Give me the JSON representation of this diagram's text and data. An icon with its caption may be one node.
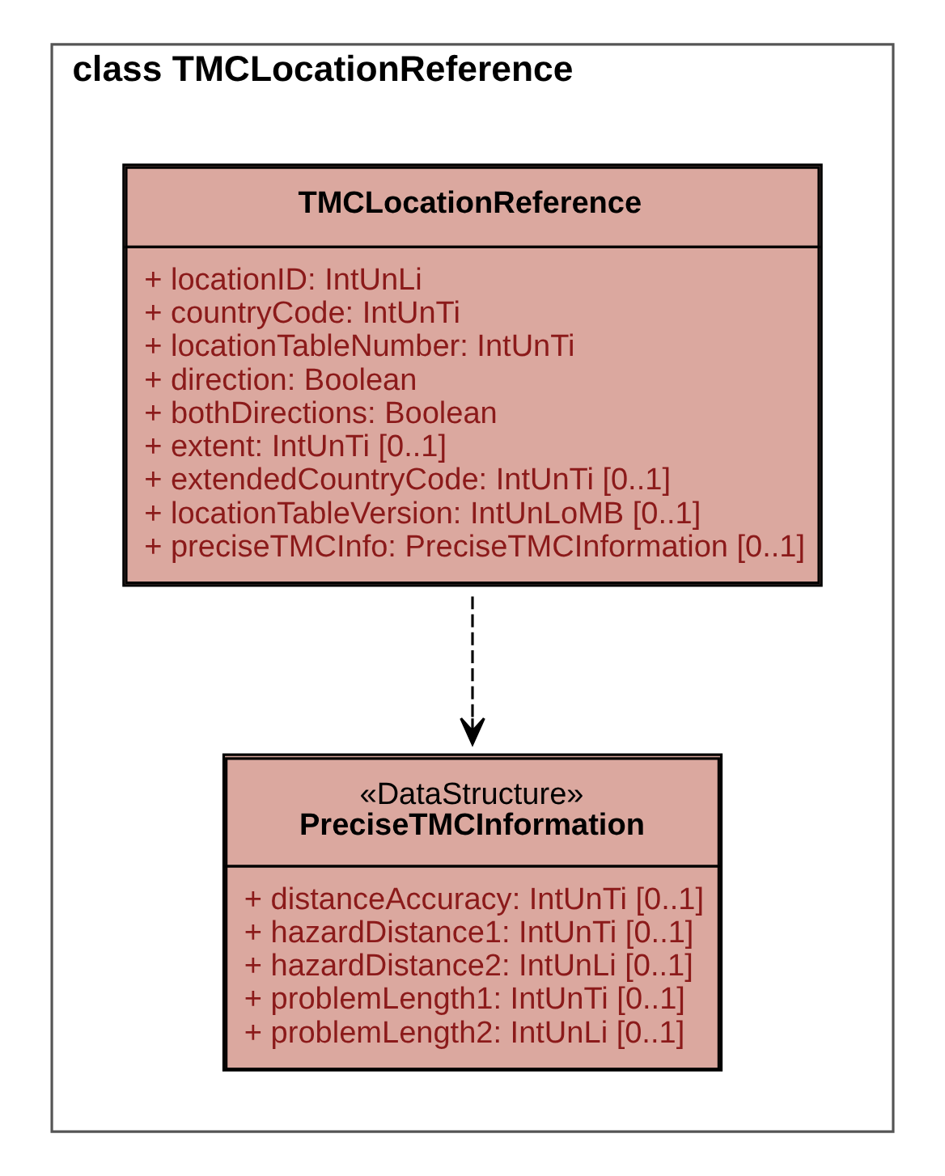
{
  "diagram": {
    "nodes": [
      {
        "text": [
          "class TMCLocationReference"
        ]
      },
      {
        "text": [
          "TMCLocationReference",
          "+ locationID: IntUnLi",
          "+ countryCode: IntUnTi",
          "+ locationTableNumber: IntUnTi",
          "+ direction: Boolean",
          "+ bothDirections: Boolean",
          "+ extent: IntUnTi [0..1]",
          "+ extendedCountryCode: IntUnTi [0..1]",
          "+ locationTableVersion: IntUnLoMB [0..1]",
          "+ preciseTMCInfo: PreciseTMCInformation [0..1]"
        ],
        "in": 0
      },
      {
        "text": [
          "«DataStructure»",
          "PreciseTMCInformation",
          "+ distanceAccuracy: IntUnTi [0..1]",
          "+ hazardDistance1: IntUnTi [0..1]",
          "+ hazardDistance2: IntUnLi [0..1]",
          "+ problemLength1: IntUnTi [0..1]",
          "+ problemLength2: IntUnLi [0..1]"
        ],
        "in": 0
      }
    ],
    "edges": [
      {
        "from": 1,
        "to": 2,
        "arrow": "to",
        "style": "dashed"
      }
    ]
  }
}
